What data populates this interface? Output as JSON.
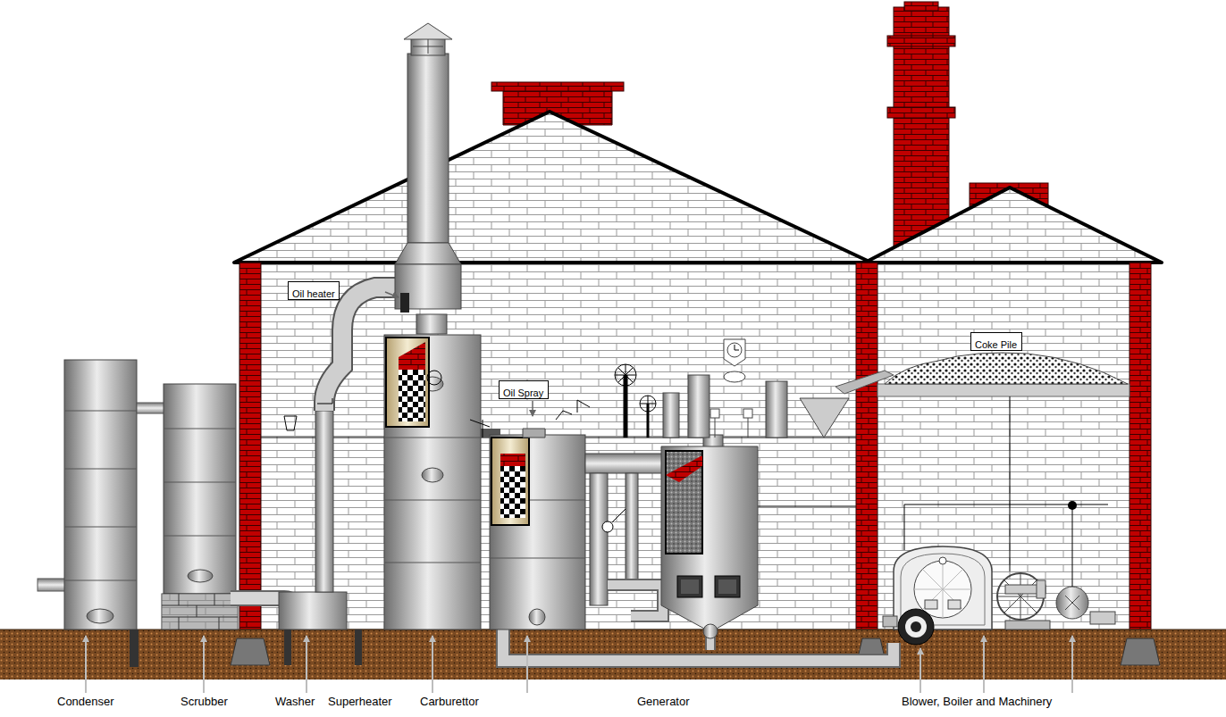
{
  "diagram": {
    "nodes": [
      {
        "text": [
          "Oil heater"
        ]
      },
      {
        "text": [
          "Oil Spray"
        ]
      },
      {
        "text": [
          "Coke Pile"
        ]
      }
    ],
    "labels": [
      "Condenser",
      "Scrubber",
      "Washer",
      "Superheater",
      "Carburettor",
      "Generator",
      "Blower, Boiler and Machinery"
    ]
  }
}
